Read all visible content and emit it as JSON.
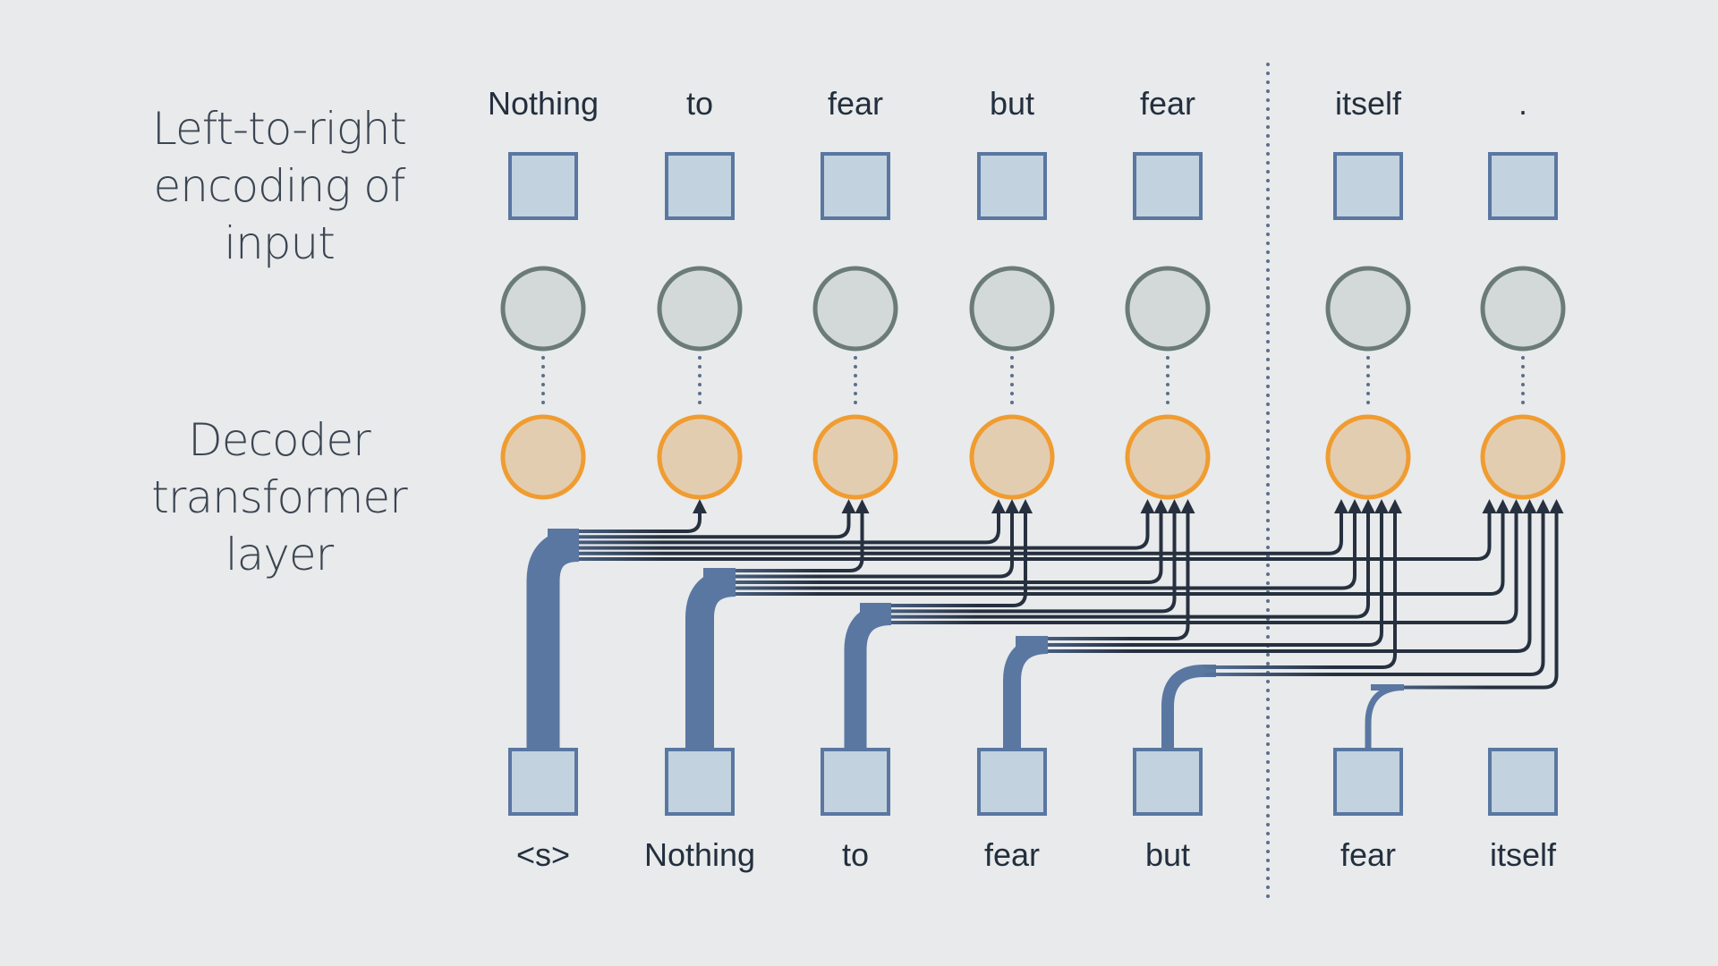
{
  "labels": {
    "encoder": [
      "Left-to-right",
      "encoding of",
      "input"
    ],
    "decoder": [
      "Decoder",
      "transformer",
      "layer"
    ]
  },
  "top_tokens": [
    "Nothing",
    "to",
    "fear",
    "but",
    "fear",
    "itself",
    "."
  ],
  "bottom_tokens": [
    "<s>",
    "Nothing",
    "to",
    "fear",
    "but",
    "fear",
    "itself"
  ],
  "colors": {
    "background": "#e8eaeb",
    "square_fill": "#c2d2df",
    "square_stroke": "#5a77a2",
    "encoder_fill": "#d3d9d9",
    "encoder_stroke": "#6b7b78",
    "decoder_fill": "#e3cdb1",
    "decoder_stroke": "#f09c30",
    "bus": "#5a77a2",
    "arrow": "#26303f",
    "dots": "#5a6f8a"
  }
}
